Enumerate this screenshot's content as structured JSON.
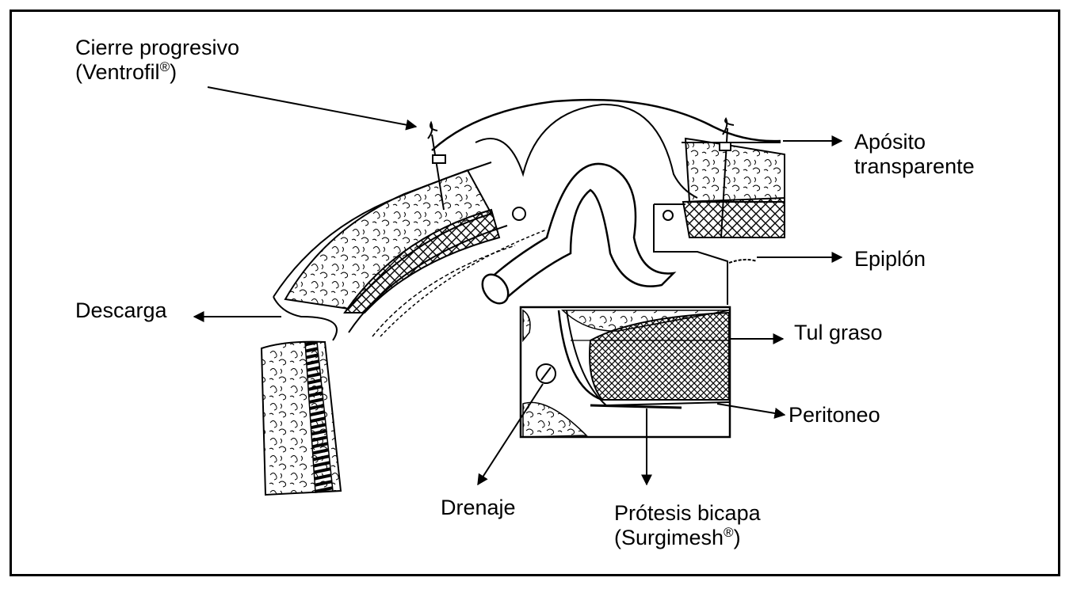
{
  "labels": {
    "cierre_line1": "Cierre progresivo",
    "cierre_line2": "(Ventrofil",
    "cierre_suffix": ")",
    "aposito_line1": "Apósito",
    "aposito_line2": "transparente",
    "epiplon": "Epiplón",
    "descarga": "Descarga",
    "tul_graso": "Tul graso",
    "peritoneo": "Peritoneo",
    "drenaje": "Drenaje",
    "protesis_line1": "Prótesis bicapa",
    "protesis_line2": "(Surgimesh",
    "protesis_suffix": ")",
    "registered_mark": "®"
  },
  "colors": {
    "ink": "#000000",
    "background": "#ffffff"
  }
}
